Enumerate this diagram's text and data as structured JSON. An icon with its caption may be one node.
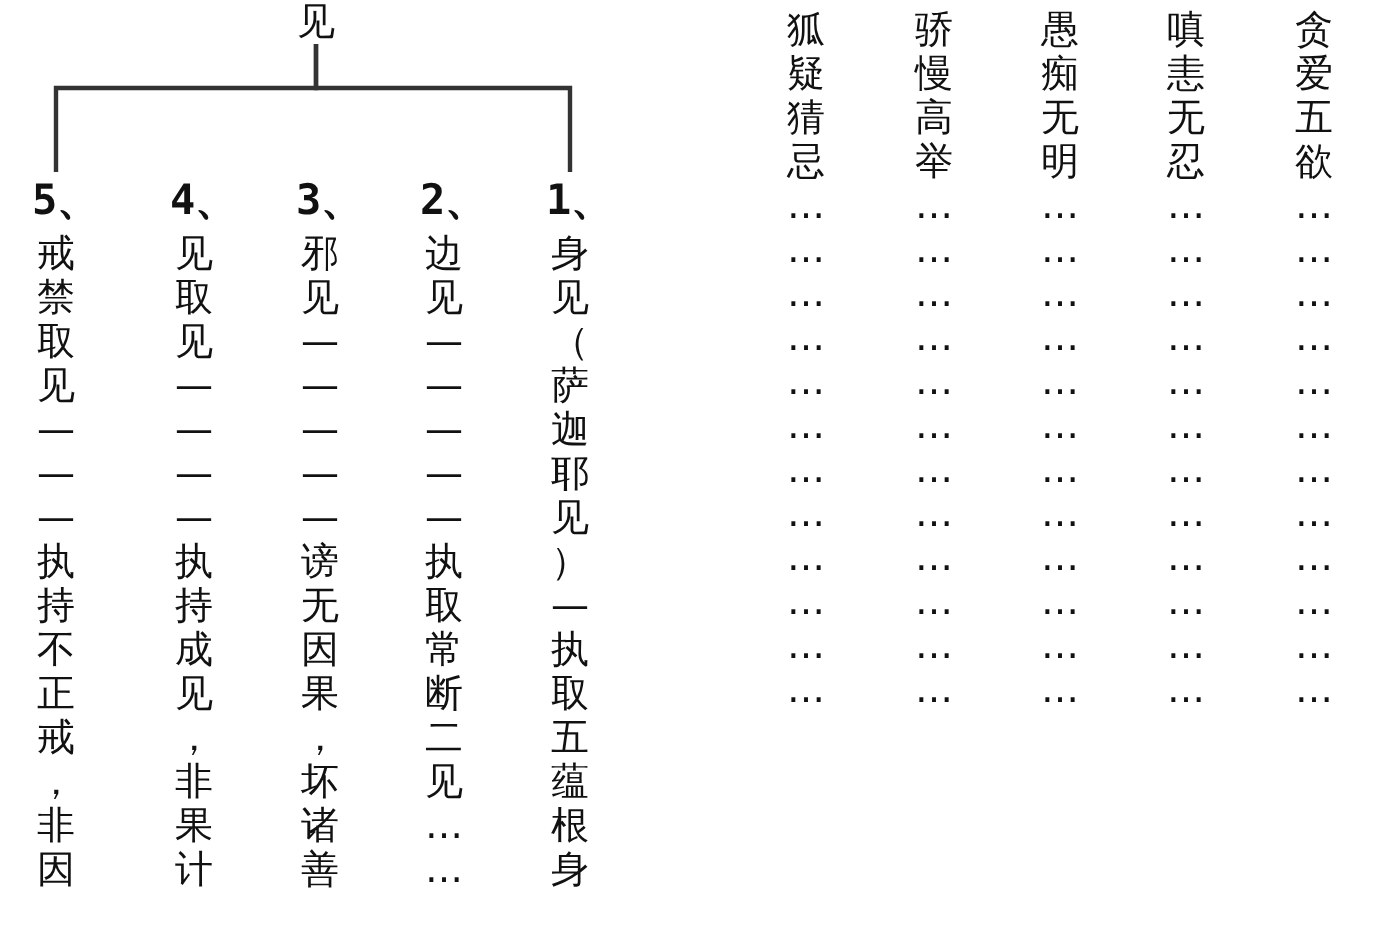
{
  "diagram": {
    "nodes": [
      {
        "text": [
          "见"
        ]
      },
      {
        "text": [
          "1、",
          "身见（萨迦耶见）—执取五蕴根身"
        ]
      },
      {
        "text": [
          "2、",
          "边见—————执取常断二见……"
        ]
      },
      {
        "text": [
          "3、",
          "邪见—————谤无因果，坏诸善"
        ]
      },
      {
        "text": [
          "4、",
          "见取见————执持成见，非果计"
        ]
      },
      {
        "text": [
          "5、",
          "戒禁取见———执持不正戒，非因"
        ]
      }
    ],
    "edges": [
      {
        "from": 0,
        "to": 1,
        "arrow": "none"
      },
      {
        "from": 0,
        "to": 5,
        "arrow": "none"
      }
    ],
    "labels": [
      "贪爱五欲………………………………",
      "嗔恚无忍………………………………",
      "愚痴无明………………………………",
      "骄慢高举………………………………",
      "狐疑猜忌………………………………"
    ]
  }
}
